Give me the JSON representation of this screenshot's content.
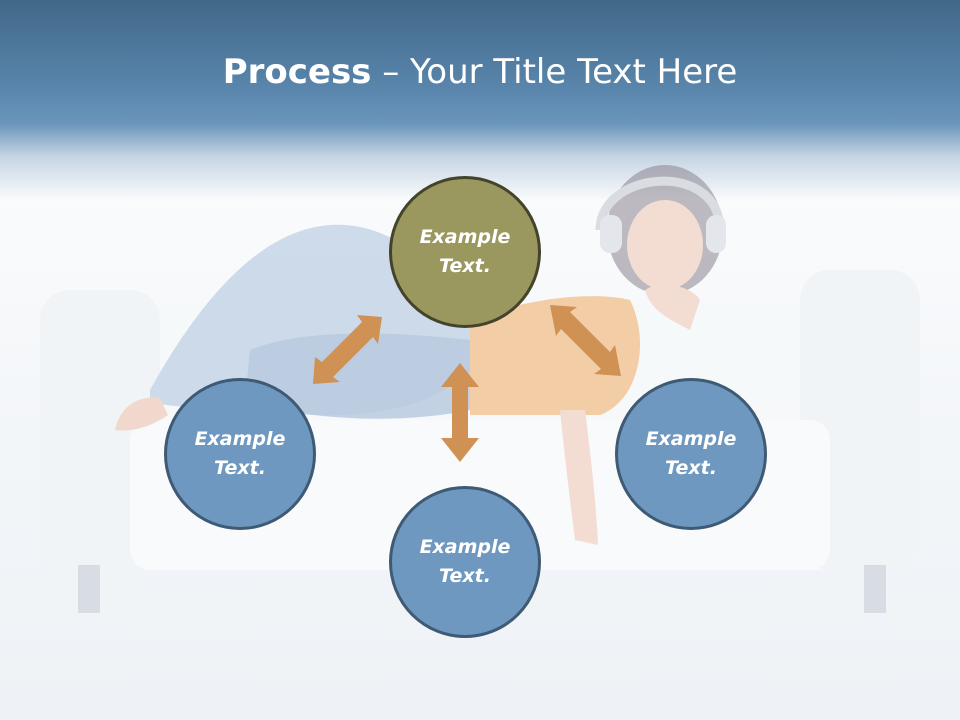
{
  "slide": {
    "title_bold": "Process",
    "title_rest": " – Your Title Text Here"
  },
  "nodes": {
    "top": "Example\nText.",
    "left": "Example\nText.",
    "right": "Example\nText.",
    "bottom": "Example\nText."
  },
  "colors": {
    "header_blue": "#4f7aa0",
    "node_blue": "#6e98bf",
    "node_olive": "#9a985f",
    "arrow_orange": "#cf9154"
  },
  "icons": {
    "connector": "double-arrow-icon"
  }
}
